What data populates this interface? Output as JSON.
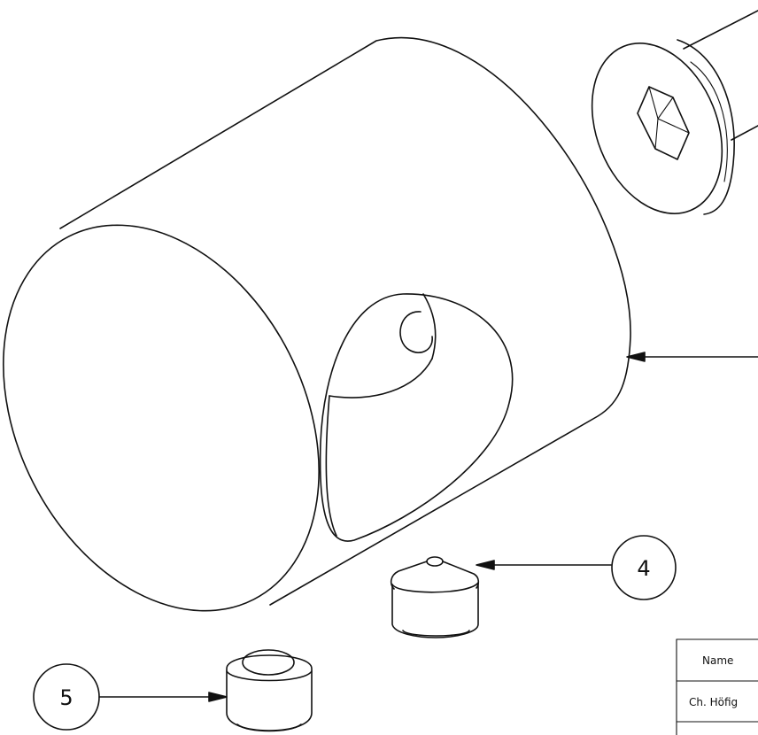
{
  "callouts": [
    {
      "id": "balloon-4",
      "number": "4"
    },
    {
      "id": "balloon-5",
      "number": "5"
    }
  ],
  "title_block": {
    "rows": [
      "Name",
      "Ch. Höfig"
    ]
  }
}
